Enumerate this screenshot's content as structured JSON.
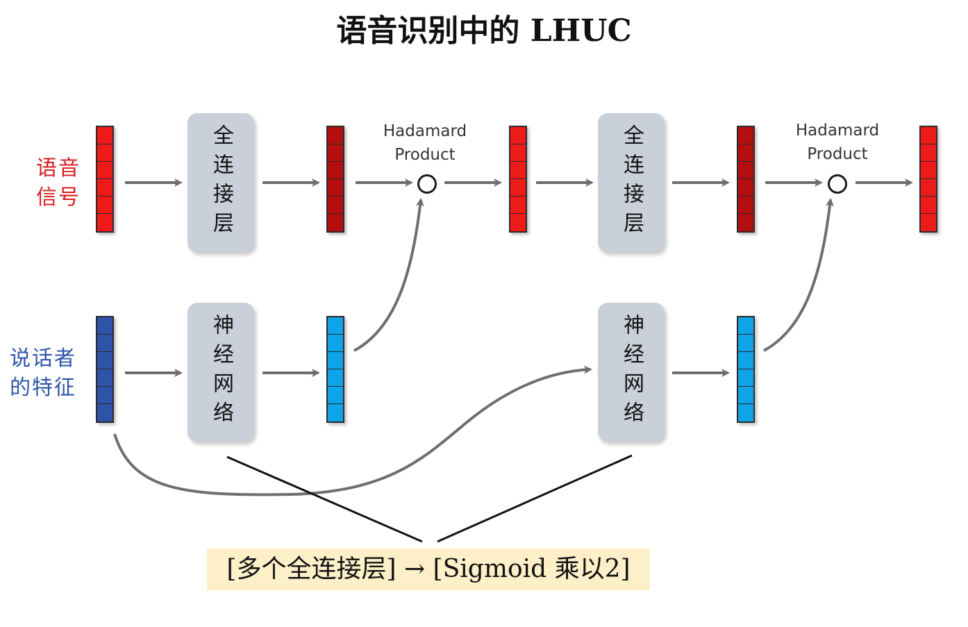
{
  "title": "语音识别中的 LHUC",
  "labels": {
    "speech_line1": "语音",
    "speech_line2": "信号",
    "speaker_line1": "说话者",
    "speaker_line2": "的特征"
  },
  "boxes": {
    "fc": "全连接层",
    "nn": "神经网络"
  },
  "hadamard": {
    "line1": "Hadamard",
    "line2": "Product"
  },
  "formula": "[多个全连接层] → [Sigmoid 乘以2]",
  "colors": {
    "speech_vector": "#ee1b1b",
    "hidden_vector": "#b30f0f",
    "scale_vector": "#0fa3e8",
    "speaker_vector": "#2e53a8",
    "box": "#c9d0d9",
    "arrow": "#6e6e6e",
    "formula_bg": "#fdf0c8"
  }
}
